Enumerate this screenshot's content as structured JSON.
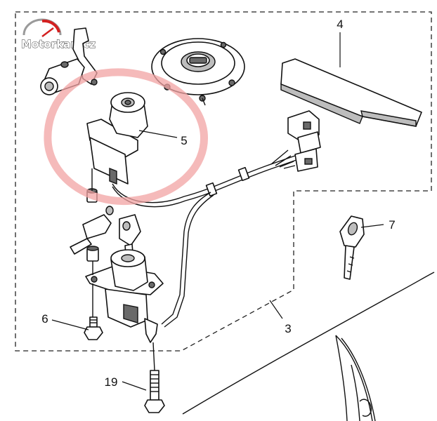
{
  "logo": {
    "text": "Motorkari.cz"
  },
  "callouts": [
    {
      "id": "label-4",
      "text": "4"
    },
    {
      "id": "label-5",
      "text": "5"
    },
    {
      "id": "label-7",
      "text": "7"
    },
    {
      "id": "label-3",
      "text": "3"
    },
    {
      "id": "label-6",
      "text": "6"
    },
    {
      "id": "label-19",
      "text": "19"
    }
  ],
  "highlight": {
    "color": "#f2a3a3",
    "target": "5"
  }
}
